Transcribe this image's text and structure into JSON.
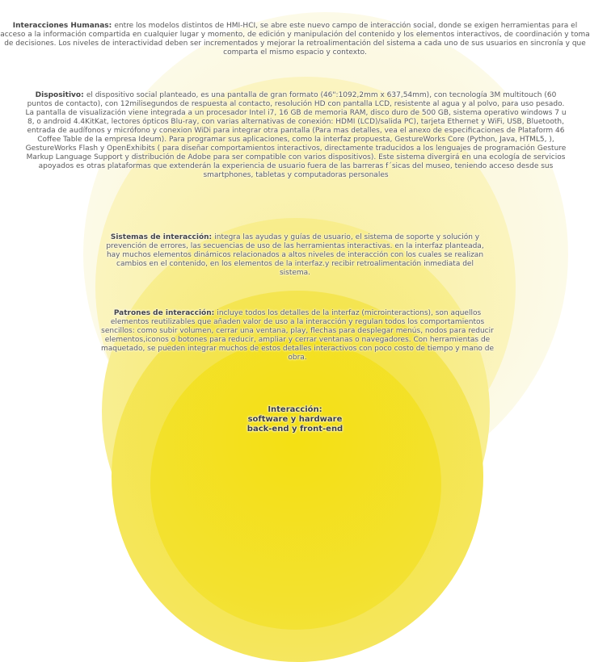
{
  "layers": {
    "humanas": {
      "title": "Interacciones Humanas:",
      "body": "entre los modelos distintos de HMI-HCI, se abre este nuevo campo de interacción social, donde se exigen herramientas para el acceso a la información compartida en cualquier lugar y momento, de edición y manipulación del contenido y los elementos interactivos, de coordinación y toma de decisiones. Los niveles de interactividad deben ser incrementados y mejorar la retroalimentación del sistema a cada uno de sus usuarios en sincronía y que comparta el mismo espacio y contexto."
    },
    "dispositivo": {
      "title": "Dispositivo:",
      "body": "el dispositivo social planteado, es una pantalla de gran formato (46\":1092,2mm x 637,54mm), con tecnología 3M multitouch (60 puntos de contacto), con 12milisegundos de respuesta al contacto, resolución HD con pantalla LCD, resistente al agua y al polvo, para uso pesado. La pantalla de visualización viene integrada a un procesador Intel i7, 16 GB de memoria RAM, disco duro de 500 GB, sistema operativo windows 7 u 8, o android 4.4KitKat, lectores ópticos Blu-ray, con varias alternativas de conexión: HDMI (LCD)/salida PC), tarjeta  Ethernet y WiFi, USB, Bluetooth, entrada de audífonos y micrófono y conexion WiDi para integrar otra pantalla (Para mas detalles, vea el anexo de especificaciones de Plataform 46 Coffee Table de la empresa Ideum). Para programar sus aplicaciones, como la interfaz propuesta, GestureWorks Core (Python, Java, HTML5, ), GestureWorks Flash y OpenExhibits ( para diseñar comportamientos interactivos, directamente traducidos a los lenguajes de programación Gesture Markup Language Support y distribución de Adobe para ser compatible con varios dispositivos). Este sistema divergirá en una ecología de servicios apoyados es otras plataformas que extenderán la experiencia de usuario fuera de las barreras f´sicas del museo, teniendo acceso desde sus smartphones, tabletas y computadoras personales"
    },
    "sistemas": {
      "title": "Sistemas de interacción:",
      "body": "integra las ayudas y guías de usuario, el sistema de soporte y solución y prevención de errores, las secuencias de uso de las herramientas interactivas. en la interfaz planteada, hay muchos elementos dinámicos relacionados a altos niveles de interacción con los cuales se realizan cambios en el contenido, en los elementos de la interfaz.y recibir retroalimentación inmediata del sistema."
    },
    "patrones": {
      "title": "Patrones de interacción:",
      "body": "incluye todos los detalles de la interfaz (microinteractions), son aquellos elementos reutilizables que añaden valor de uso a la interacción y regulan todos los comportamientos sencillos: como subir volumen, cerrar una ventana, play, flechas para desplegar menús, nodos para reducir elementos,iconos o botones para reducir, ampliar y cerrar ventanas o navegadores. Con herramientas de maquetado, se pueden integrar muchos de estos detalles interactivos con poco costo de tiempo y mano de obra."
    },
    "interaccion": {
      "line1": "Interacción:",
      "line2": "software y hardware",
      "line3": "back-end y front-end"
    }
  }
}
